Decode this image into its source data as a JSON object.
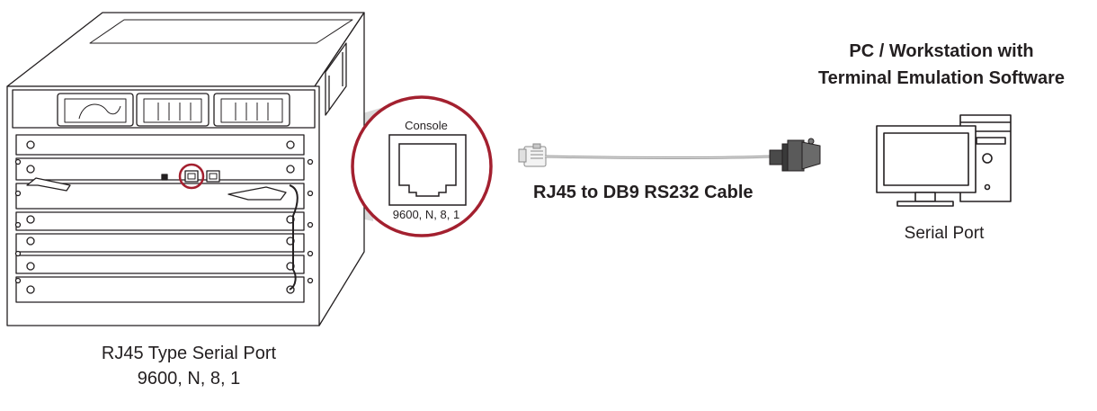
{
  "console_zoom": {
    "port_label": "Console",
    "port_setting": "9600, N, 8, 1"
  },
  "cable": {
    "label": "RJ45 to DB9 RS232 Cable"
  },
  "pc": {
    "title_line1": "PC / Workstation with",
    "title_line2": "Terminal Emulation Software",
    "port_label": "Serial Port"
  },
  "switch": {
    "caption_line1": "RJ45 Type Serial Port",
    "caption_line2": "9600, N, 8, 1"
  },
  "colors": {
    "highlight": "#a3202f",
    "line": "#231f20",
    "callout_fill": "#d9d9d9",
    "chassis_fill": "#ffffff"
  }
}
